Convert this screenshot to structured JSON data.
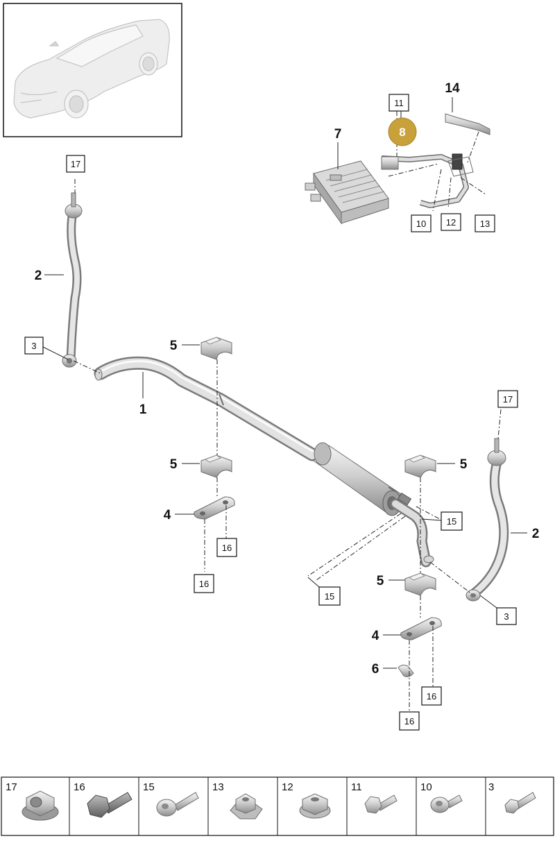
{
  "callouts": {
    "c1": "1",
    "c2_left": "2",
    "c2_right": "2",
    "c4_left": "4",
    "c4_right": "4",
    "c5_a": "5",
    "c5_b": "5",
    "c5_c": "5",
    "c5_d": "5",
    "c6": "6",
    "c7": "7",
    "c8": "8",
    "c14": "14"
  },
  "boxed_callouts": {
    "b17_left": "17",
    "b17_right": "17",
    "b3_left": "3",
    "b3_right": "3",
    "b11": "11",
    "b10": "10",
    "b12": "12",
    "b13": "13",
    "b15_a": "15",
    "b15_b": "15",
    "b16_a": "16",
    "b16_b": "16",
    "b16_c": "16",
    "b16_d": "16"
  },
  "highlight_color": "#c9a13a",
  "legend": [
    "17",
    "16",
    "15",
    "13",
    "12",
    "11",
    "10",
    "3"
  ]
}
